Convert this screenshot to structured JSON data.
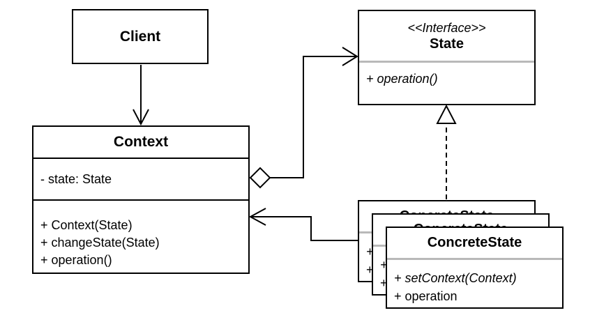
{
  "diagram": {
    "background": "#ffffff",
    "line_color": "#000000",
    "separator_color": "#b9b9b9",
    "classes": {
      "client": {
        "name": "Client"
      },
      "state": {
        "stereotype": "<<Interface>>",
        "name": "State",
        "methods": [
          "+ operation()"
        ]
      },
      "context": {
        "name": "Context",
        "attributes": [
          "- state: State"
        ],
        "methods": [
          "+ Context(State)",
          "+ changeState(State)",
          "+ operation()"
        ]
      },
      "concrete_state": {
        "name": "ConcreteState",
        "methods": [
          "+ setContext(Context)",
          "+ operation"
        ]
      }
    },
    "relationships": [
      {
        "type": "directed-association",
        "from": "Client",
        "to": "Context"
      },
      {
        "type": "aggregation",
        "from": "Context",
        "to": "State"
      },
      {
        "type": "realization",
        "from": "ConcreteState",
        "to": "State"
      },
      {
        "type": "directed-association",
        "from": "ConcreteState",
        "to": "Context"
      }
    ]
  }
}
